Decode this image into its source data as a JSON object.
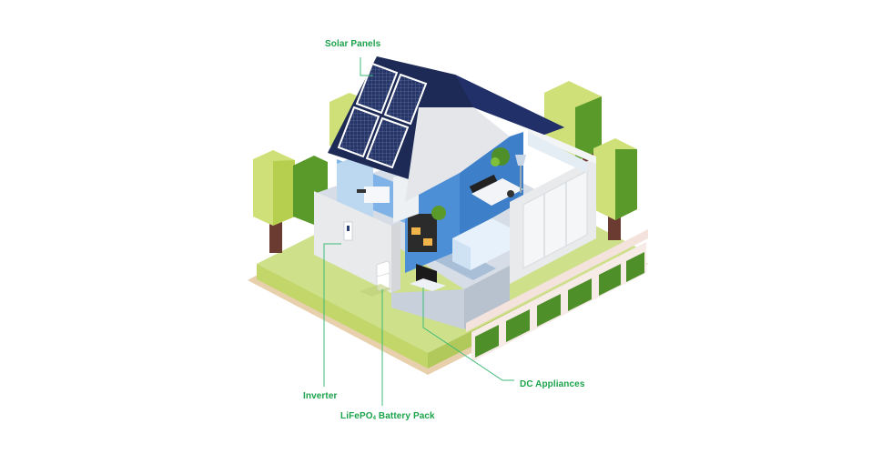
{
  "diagram": {
    "subject": "Off-grid solar home cutaway",
    "labels": {
      "solar_panels": "Solar Panels",
      "inverter": "Inverter",
      "battery_pack_prefix": "LiFePO",
      "battery_pack_subscript": "4",
      "battery_pack_suffix": " Battery Pack",
      "dc_appliances": "DC Appliances"
    },
    "colors": {
      "label_text": "#1aa34a",
      "leader_line": "#3dbb78",
      "roof": "#1c2a55",
      "panel_cell": "#243366",
      "panel_frame": "#ffffff",
      "lawn_top": "#cfe08a",
      "lawn_side": "#b8d169",
      "soil": "#e8d0ad",
      "tree_light": "#cfe079",
      "tree_dark": "#5a9a2a",
      "trunk": "#6b3a30",
      "wall": "#e9eaec",
      "interior_blue": "#4d8fd6",
      "floor": "#d6dde6",
      "fence_post": "#f4e2dc",
      "fence_panel": "#4f8f2a"
    },
    "callouts": [
      {
        "id": "solar",
        "text": "Solar Panels"
      },
      {
        "id": "inverter",
        "text": "Inverter"
      },
      {
        "id": "battery",
        "text": "LiFePO4 Battery Pack"
      },
      {
        "id": "dc",
        "text": "DC Appliances"
      }
    ]
  }
}
